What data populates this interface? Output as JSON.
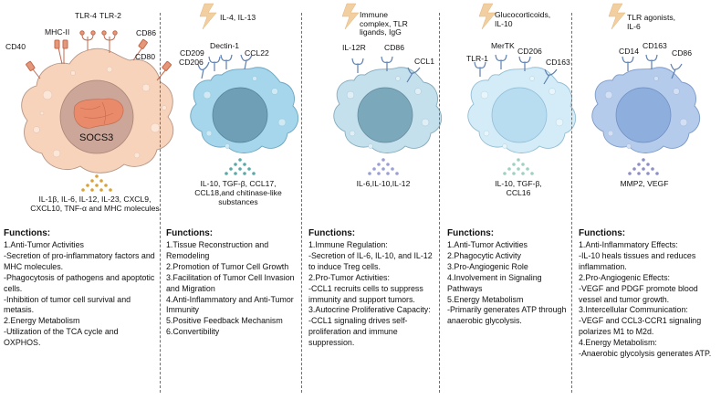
{
  "panels": [
    {
      "key": "m1",
      "stimulus": "",
      "receptors": [
        "CD40",
        "MHC-II",
        "TLR-4",
        "TLR-2",
        "CD86",
        "CD80"
      ],
      "nucleus_label": "SOCS3",
      "secretion": "IL-1β, IL-6, IL-12, IL-23, CXCL9,\nCXCL10, TNF-α and MHC molecules",
      "functions_title": "Functions:",
      "functions": [
        "1.Anti-Tumor Activities",
        "-Secretion of pro-inflammatory factors and MHC molecules.",
        "-Phagocytosis of pathogens and apoptotic cells.",
        "-Inhibition of tumor cell survival and metasis.",
        "2.Energy Metabolism",
        "-Utilization of the TCA cycle and OXPHOS."
      ]
    },
    {
      "key": "m2a",
      "stimulus": "IL-4, IL-13",
      "receptors": [
        "CD209",
        "CD206",
        "Dectin-1",
        "CCL22"
      ],
      "secretion": "IL-10, TGF-β, CCL17,\nCCL18,and chitinase-like\nsubstances",
      "functions_title": "Functions:",
      "functions": [
        "1.Tissue Reconstruction and Remodeling",
        "2.Promotion of Tumor Cell Growth",
        "3.Facilitation of Tumor Cell Invasion and Migration",
        "4.Anti-Inflammatory and Anti-Tumor Immunity",
        "5.Positive Feedback Mechanism",
        "6.Convertibility"
      ]
    },
    {
      "key": "m2b",
      "stimulus": "Immune\ncomplex, TLR\nligands, IgG",
      "receptors": [
        "IL-12R",
        "CD86",
        "CCL1"
      ],
      "secretion": "IL-6,IL-10,IL-12",
      "functions_title": "Functions:",
      "functions": [
        "1.Immune Regulation:",
        "-Secretion of IL-6, IL-10, and IL-12 to induce Treg cells.",
        "2.Pro-Tumor Activities:",
        "-CCL1 recruits cells to suppress immunity and support tumors.",
        "3.Autocrine Proliferative Capacity:",
        "-CCL1 signaling drives self-proliferation and immune suppression."
      ]
    },
    {
      "key": "m2c",
      "stimulus": "Glucocorticoids,\nIL-10",
      "receptors": [
        "TLR-1",
        "MerTK",
        "CD206",
        "CD163"
      ],
      "secretion": "IL-10, TGF-β,\nCCL16",
      "functions_title": "Functions:",
      "functions": [
        "1.Anti-Tumor Activities",
        "2.Phagocytic Activity",
        "3.Pro-Angiogenic Role",
        "4.Involvement in Signaling Pathways",
        "5.Energy Metabolism",
        "-Primarily generates ATP through anaerobic glycolysis."
      ]
    },
    {
      "key": "m2d",
      "stimulus": "TLR agonists,\nIL-6",
      "receptors": [
        "CD14",
        "CD163",
        "CD86"
      ],
      "secretion": "MMP2, VEGF",
      "functions_title": "Functions:",
      "functions": [
        "1.Anti-Inflammatory Effects:",
        "-IL-10 heals tissues and reduces inflammation.",
        "2.Pro-Angiogenic Effects:",
        "-VEGF and PDGF promote blood vessel and tumor growth.",
        "3.Intercellular Communication:",
        "-VEGF and CCL3-CCR1 signaling polarizes M1 to M2d.",
        "4.Energy Metabolism:",
        "-Anaerobic glycolysis generates ATP."
      ]
    }
  ],
  "colors": {
    "m1_cell": "#f7d3bc",
    "m1_nucleus": "#c9a599",
    "m2a_cell": "#a5d6ec",
    "m2b_cell": "#c4e0ec",
    "m2c_cell": "#d4ecf8",
    "m2d_cell": "#b4cbec",
    "nucleus_blue": "#6f9fb6",
    "receptor": "#5f80b0",
    "m1_receptor": "#d8866a",
    "lightning": "#f2cfa0"
  }
}
